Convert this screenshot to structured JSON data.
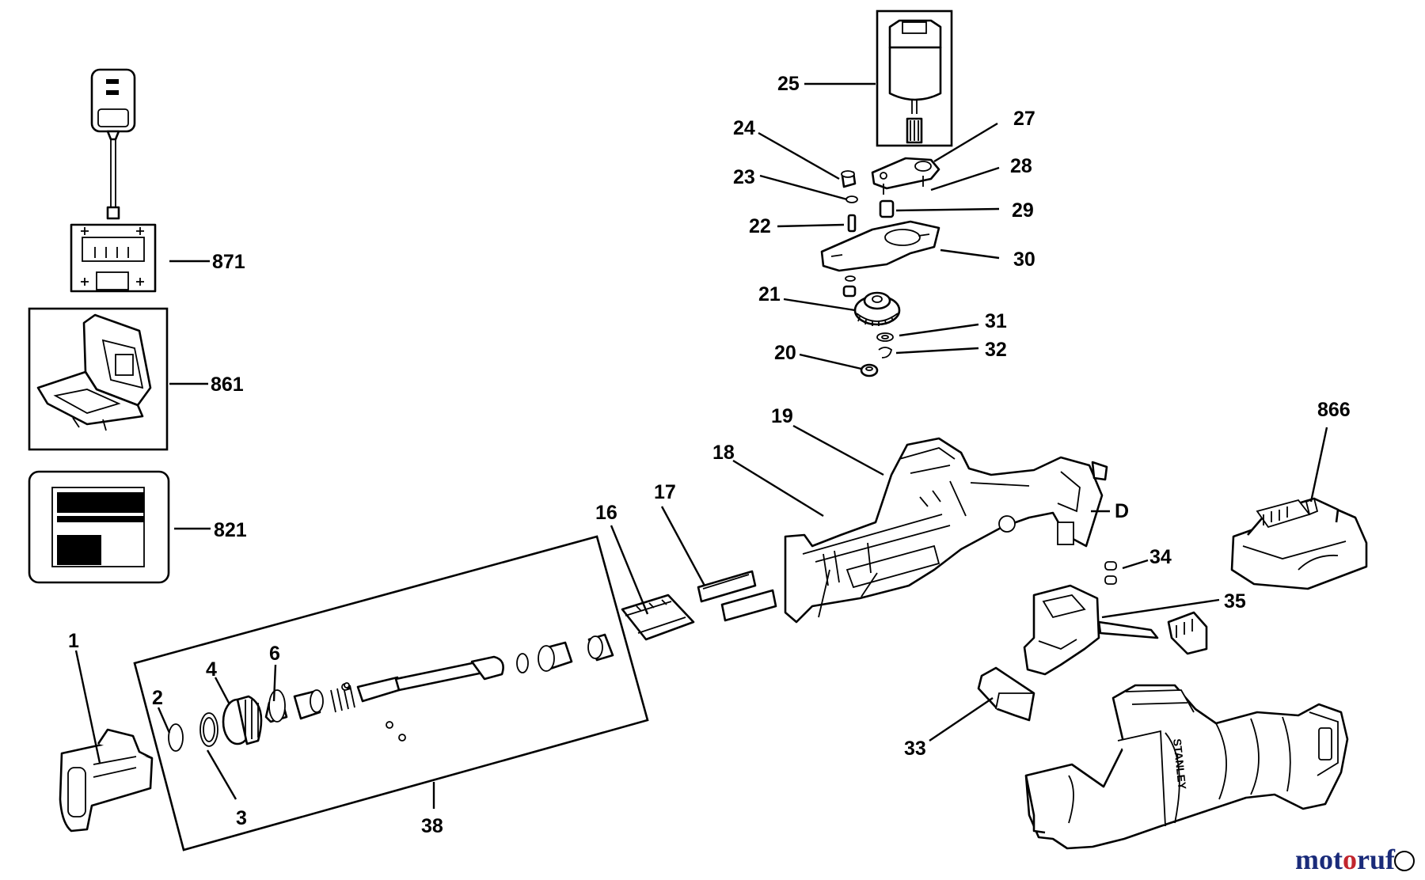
{
  "parts": [
    {
      "id": "p1",
      "label": "1"
    },
    {
      "id": "p2",
      "label": "2"
    },
    {
      "id": "p3",
      "label": "3"
    },
    {
      "id": "p4",
      "label": "4"
    },
    {
      "id": "p6",
      "label": "6"
    },
    {
      "id": "p16",
      "label": "16"
    },
    {
      "id": "p17",
      "label": "17"
    },
    {
      "id": "p18",
      "label": "18"
    },
    {
      "id": "p19",
      "label": "19"
    },
    {
      "id": "p20",
      "label": "20"
    },
    {
      "id": "p21",
      "label": "21"
    },
    {
      "id": "p22",
      "label": "22"
    },
    {
      "id": "p23",
      "label": "23"
    },
    {
      "id": "p24",
      "label": "24"
    },
    {
      "id": "p25",
      "label": "25"
    },
    {
      "id": "p27",
      "label": "27"
    },
    {
      "id": "p28",
      "label": "28"
    },
    {
      "id": "p29",
      "label": "29"
    },
    {
      "id": "p30",
      "label": "30"
    },
    {
      "id": "p31",
      "label": "31"
    },
    {
      "id": "p32",
      "label": "32"
    },
    {
      "id": "p33",
      "label": "33"
    },
    {
      "id": "p34",
      "label": "34"
    },
    {
      "id": "p35",
      "label": "35"
    },
    {
      "id": "p38",
      "label": "38"
    },
    {
      "id": "p821",
      "label": "821"
    },
    {
      "id": "p861",
      "label": "861"
    },
    {
      "id": "p866",
      "label": "866"
    },
    {
      "id": "p871",
      "label": "871"
    },
    {
      "id": "pD",
      "label": "D"
    }
  ],
  "tool_brand_text": "STANLEY",
  "watermark": {
    "text": "motoruf",
    "colors": [
      "#1a2b7a",
      "#c2262e"
    ]
  }
}
